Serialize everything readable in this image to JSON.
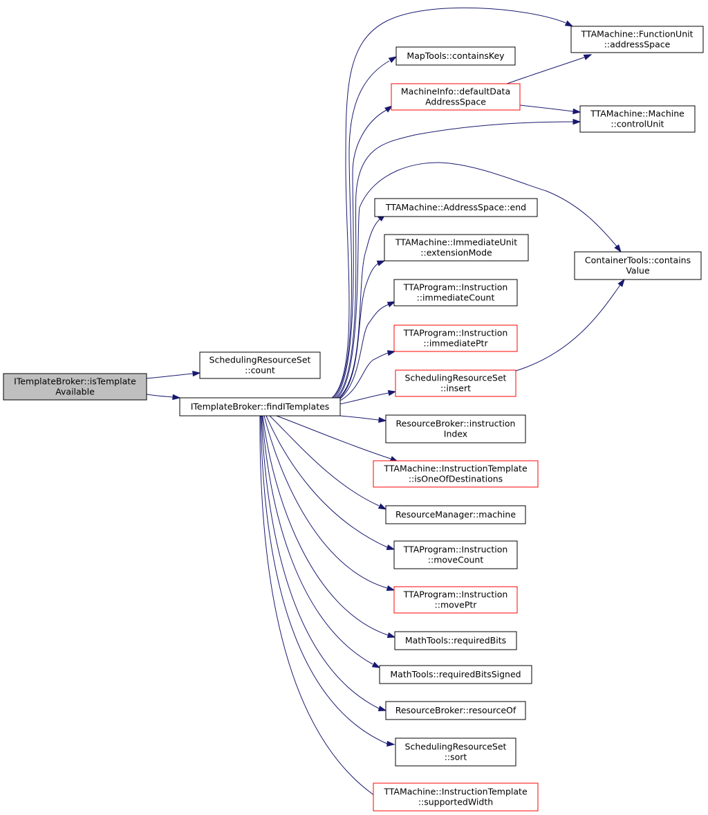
{
  "colors": {
    "edge": "#191970",
    "node_border": "#000000",
    "node_border_truncated": "#ff0000",
    "root_fill": "#bfbfbf",
    "node_fill": "#ffffff"
  },
  "nodes": [
    {
      "id": "is_template_available",
      "lines": [
        "ITemplateBroker::isTemplate",
        "Available"
      ],
      "border": "black",
      "root": true
    },
    {
      "id": "sched_count",
      "lines": [
        "SchedulingResourceSet",
        "::count"
      ],
      "border": "black"
    },
    {
      "id": "find_itemplates",
      "lines": [
        "ITemplateBroker::findITemplates"
      ],
      "border": "black"
    },
    {
      "id": "fu_address_space",
      "lines": [
        "TTAMachine::FunctionUnit",
        "::addressSpace"
      ],
      "border": "black"
    },
    {
      "id": "maptools_containskey",
      "lines": [
        "MapTools::containsKey"
      ],
      "border": "black"
    },
    {
      "id": "machineinfo_defaultdata",
      "lines": [
        "MachineInfo::defaultData",
        "AddressSpace"
      ],
      "border": "red"
    },
    {
      "id": "machine_controlunit",
      "lines": [
        "TTAMachine::Machine",
        "::controlUnit"
      ],
      "border": "black"
    },
    {
      "id": "addressspace_end",
      "lines": [
        "TTAMachine::AddressSpace::end"
      ],
      "border": "black"
    },
    {
      "id": "immediateunit_extension",
      "lines": [
        "TTAMachine::ImmediateUnit",
        "::extensionMode"
      ],
      "border": "black"
    },
    {
      "id": "instruction_immediatecount",
      "lines": [
        "TTAProgram::Instruction",
        "::immediateCount"
      ],
      "border": "black"
    },
    {
      "id": "instruction_immediateptr",
      "lines": [
        "TTAProgram::Instruction",
        "::immediatePtr"
      ],
      "border": "red"
    },
    {
      "id": "containertools_containsvalue",
      "lines": [
        "ContainerTools::contains",
        "Value"
      ],
      "border": "black"
    },
    {
      "id": "sched_insert",
      "lines": [
        "SchedulingResourceSet",
        "::insert"
      ],
      "border": "red"
    },
    {
      "id": "rb_instructionindex",
      "lines": [
        "ResourceBroker::instruction",
        "Index"
      ],
      "border": "black"
    },
    {
      "id": "it_isoneofdestinations",
      "lines": [
        "TTAMachine::InstructionTemplate",
        "::isOneOfDestinations"
      ],
      "border": "red"
    },
    {
      "id": "rm_machine",
      "lines": [
        "ResourceManager::machine"
      ],
      "border": "black"
    },
    {
      "id": "instruction_movecount",
      "lines": [
        "TTAProgram::Instruction",
        "::moveCount"
      ],
      "border": "black"
    },
    {
      "id": "instruction_moveptr",
      "lines": [
        "TTAProgram::Instruction",
        "::movePtr"
      ],
      "border": "red"
    },
    {
      "id": "mathtools_requiredbits",
      "lines": [
        "MathTools::requiredBits"
      ],
      "border": "black"
    },
    {
      "id": "mathtools_requiredbitssigned",
      "lines": [
        "MathTools::requiredBitsSigned"
      ],
      "border": "black"
    },
    {
      "id": "rb_resourceof",
      "lines": [
        "ResourceBroker::resourceOf"
      ],
      "border": "black"
    },
    {
      "id": "sched_sort",
      "lines": [
        "SchedulingResourceSet",
        "::sort"
      ],
      "border": "black"
    },
    {
      "id": "it_supportedwidth",
      "lines": [
        "TTAMachine::InstructionTemplate",
        "::supportedWidth"
      ],
      "border": "red"
    }
  ],
  "edges": [
    {
      "from": "is_template_available",
      "to": "sched_count"
    },
    {
      "from": "is_template_available",
      "to": "find_itemplates"
    },
    {
      "from": "find_itemplates",
      "to": "fu_address_space"
    },
    {
      "from": "find_itemplates",
      "to": "maptools_containskey"
    },
    {
      "from": "find_itemplates",
      "to": "machineinfo_defaultdata"
    },
    {
      "from": "find_itemplates",
      "to": "machine_controlunit"
    },
    {
      "from": "find_itemplates",
      "to": "containertools_containsvalue"
    },
    {
      "from": "find_itemplates",
      "to": "addressspace_end"
    },
    {
      "from": "find_itemplates",
      "to": "immediateunit_extension"
    },
    {
      "from": "find_itemplates",
      "to": "instruction_immediatecount"
    },
    {
      "from": "find_itemplates",
      "to": "instruction_immediateptr"
    },
    {
      "from": "find_itemplates",
      "to": "sched_insert"
    },
    {
      "from": "find_itemplates",
      "to": "rb_instructionindex"
    },
    {
      "from": "find_itemplates",
      "to": "it_isoneofdestinations"
    },
    {
      "from": "find_itemplates",
      "to": "rm_machine"
    },
    {
      "from": "find_itemplates",
      "to": "instruction_movecount"
    },
    {
      "from": "find_itemplates",
      "to": "instruction_moveptr"
    },
    {
      "from": "find_itemplates",
      "to": "mathtools_requiredbits"
    },
    {
      "from": "find_itemplates",
      "to": "mathtools_requiredbitssigned"
    },
    {
      "from": "find_itemplates",
      "to": "rb_resourceof"
    },
    {
      "from": "find_itemplates",
      "to": "sched_sort"
    },
    {
      "from": "find_itemplates",
      "to": "it_supportedwidth"
    },
    {
      "from": "machineinfo_defaultdata",
      "to": "fu_address_space"
    },
    {
      "from": "machineinfo_defaultdata",
      "to": "machine_controlunit"
    },
    {
      "from": "sched_insert",
      "to": "containertools_containsvalue"
    }
  ]
}
